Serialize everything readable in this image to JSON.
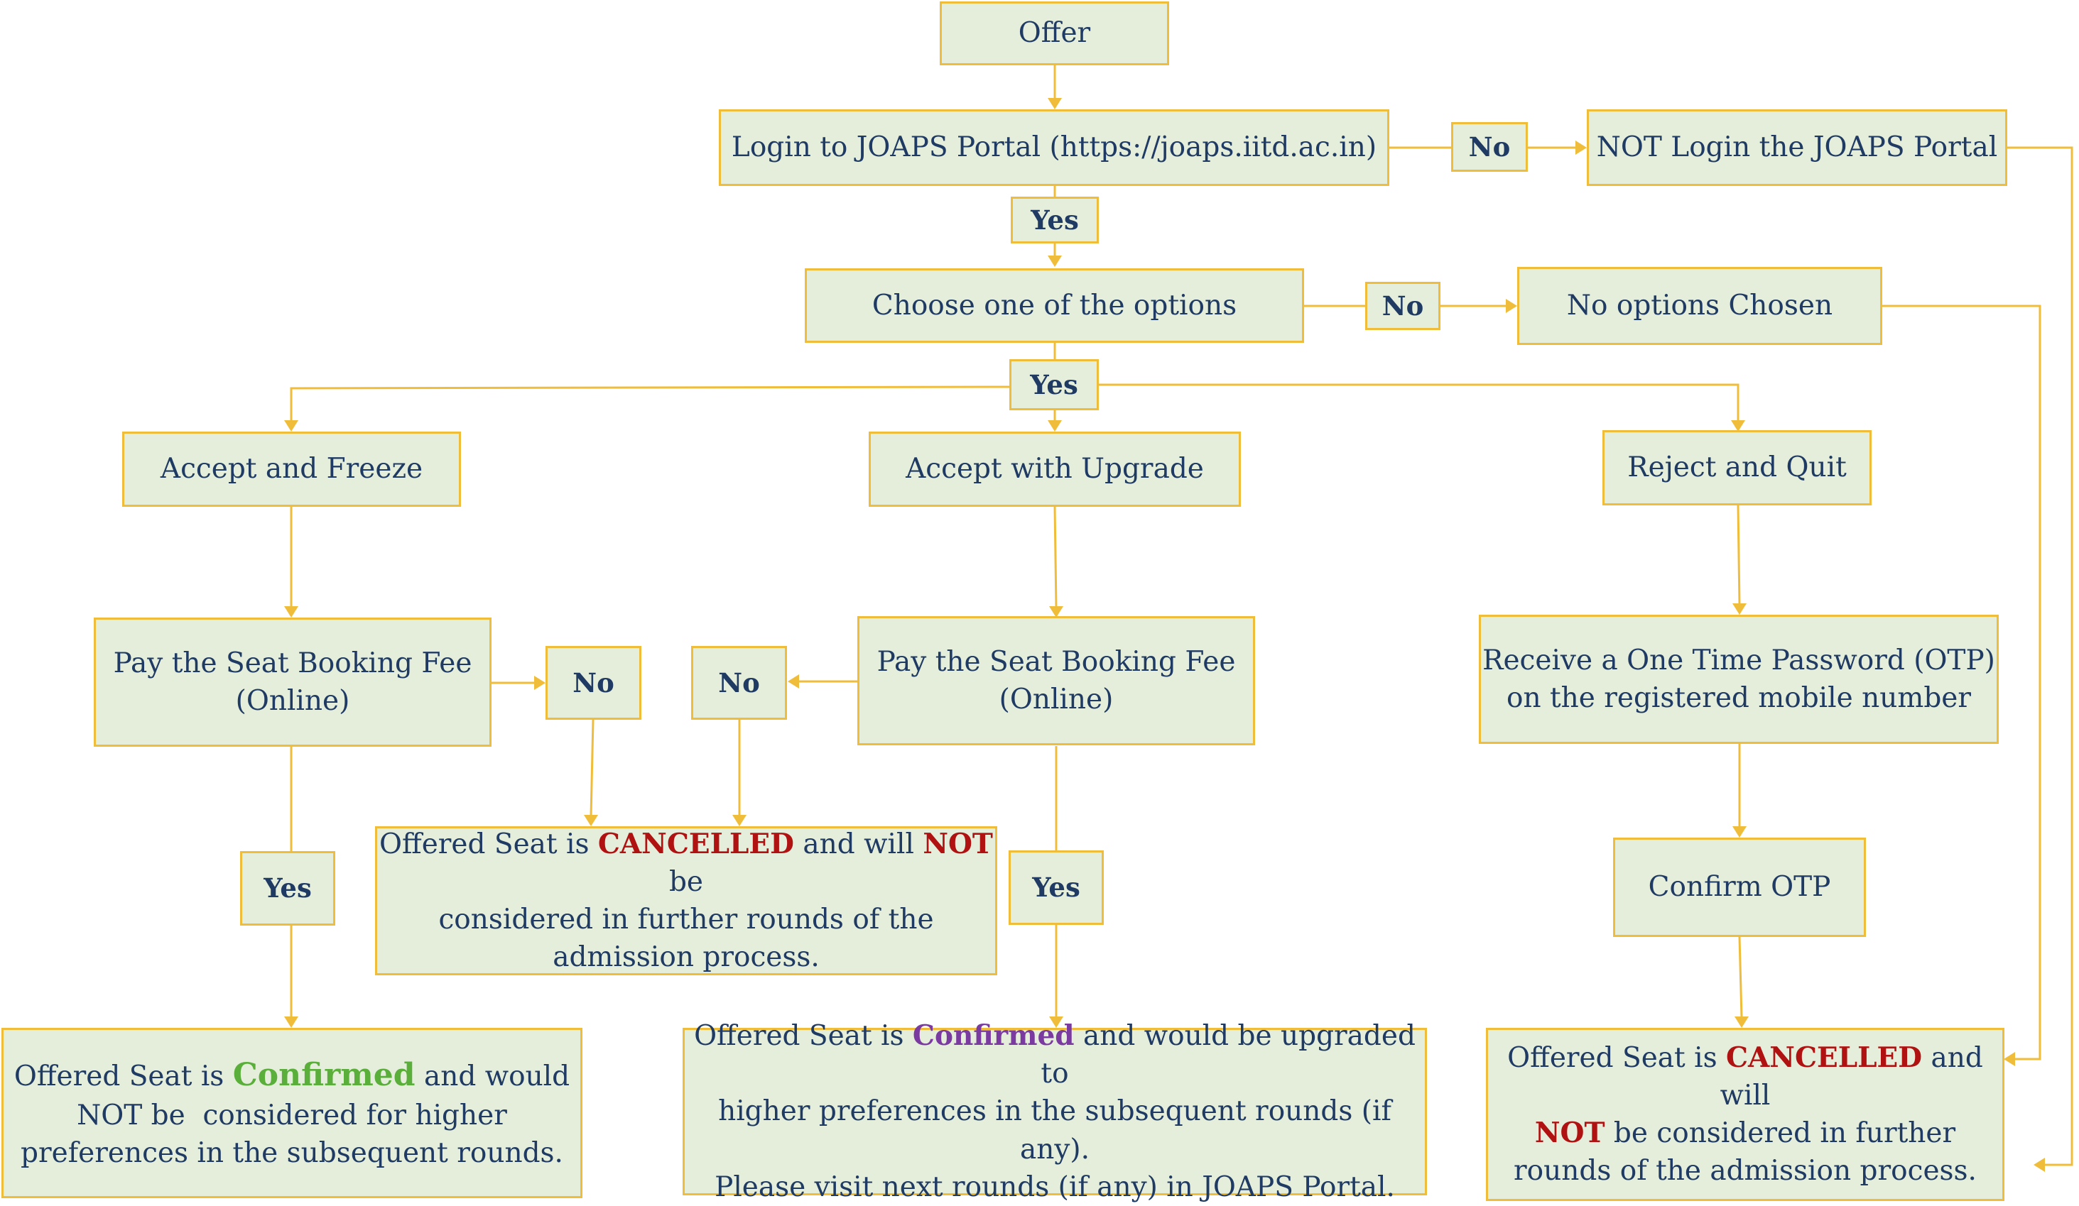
{
  "nodes": {
    "offer": "Offer",
    "login": "Login to JOAPS Portal (https://joaps.iitd.ac.in)",
    "not_login": "NOT Login the JOAPS Portal",
    "choose": "Choose one of the options",
    "no_options": "No options Chosen",
    "accept_freeze": "Accept and Freeze",
    "accept_upgrade": "Accept with Upgrade",
    "reject_quit": "Reject and Quit",
    "pay_fee_1": [
      "Pay the Seat Booking Fee",
      "(Online)"
    ],
    "pay_fee_2": [
      "Pay the Seat Booking Fee",
      "(Online)"
    ],
    "otp": [
      "Receive a One Time Password (OTP)",
      "on the registered mobile number"
    ],
    "confirm_otp": "Confirm OTP",
    "cancelled_mid": {
      "p1": "Offered Seat is ",
      "cancelled": "CANCELLED",
      "p2": " and will ",
      "not": "NOT",
      "p3": " be",
      "line2": "considered in further rounds of the",
      "line3": "admission process."
    },
    "confirmed_freeze": {
      "p1": "Offered Seat is ",
      "confirmed": "Confirmed",
      "p2": " and would",
      "line2": "NOT be  considered for higher",
      "line3": "preferences in the subsequent rounds."
    },
    "confirmed_upgrade": {
      "p1": "Offered Seat is ",
      "confirmed": "Confirmed",
      "p2": " and would be upgraded to",
      "line2": "higher preferences in the subsequent rounds (if any).",
      "line3": "Please visit next rounds (if any) in JOAPS Portal."
    },
    "cancelled_right": {
      "p1": "Offered Seat is ",
      "cancelled": "CANCELLED",
      "p2": " and will",
      "not": "NOT",
      "p3": " be considered in further",
      "line3": "rounds of the admission process."
    }
  },
  "labels": {
    "no": "No",
    "yes": "Yes"
  },
  "colors": {
    "box_fill": "#e4eedb",
    "border": "#f0bd3a",
    "text": "#1f3a63",
    "cancelled": "#b01212",
    "confirmed_freeze": "#5aaf3a",
    "confirmed_upgrade": "#7a3aa0"
  }
}
